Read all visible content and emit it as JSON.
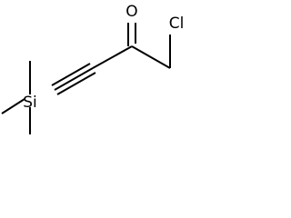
{
  "molecule": {
    "atoms": {
      "oxygen": "O",
      "chlorine": "Cl",
      "silicon": "Si"
    }
  },
  "colors": {
    "bond": "#000000",
    "label": "#000000",
    "background": "#ffffff"
  }
}
